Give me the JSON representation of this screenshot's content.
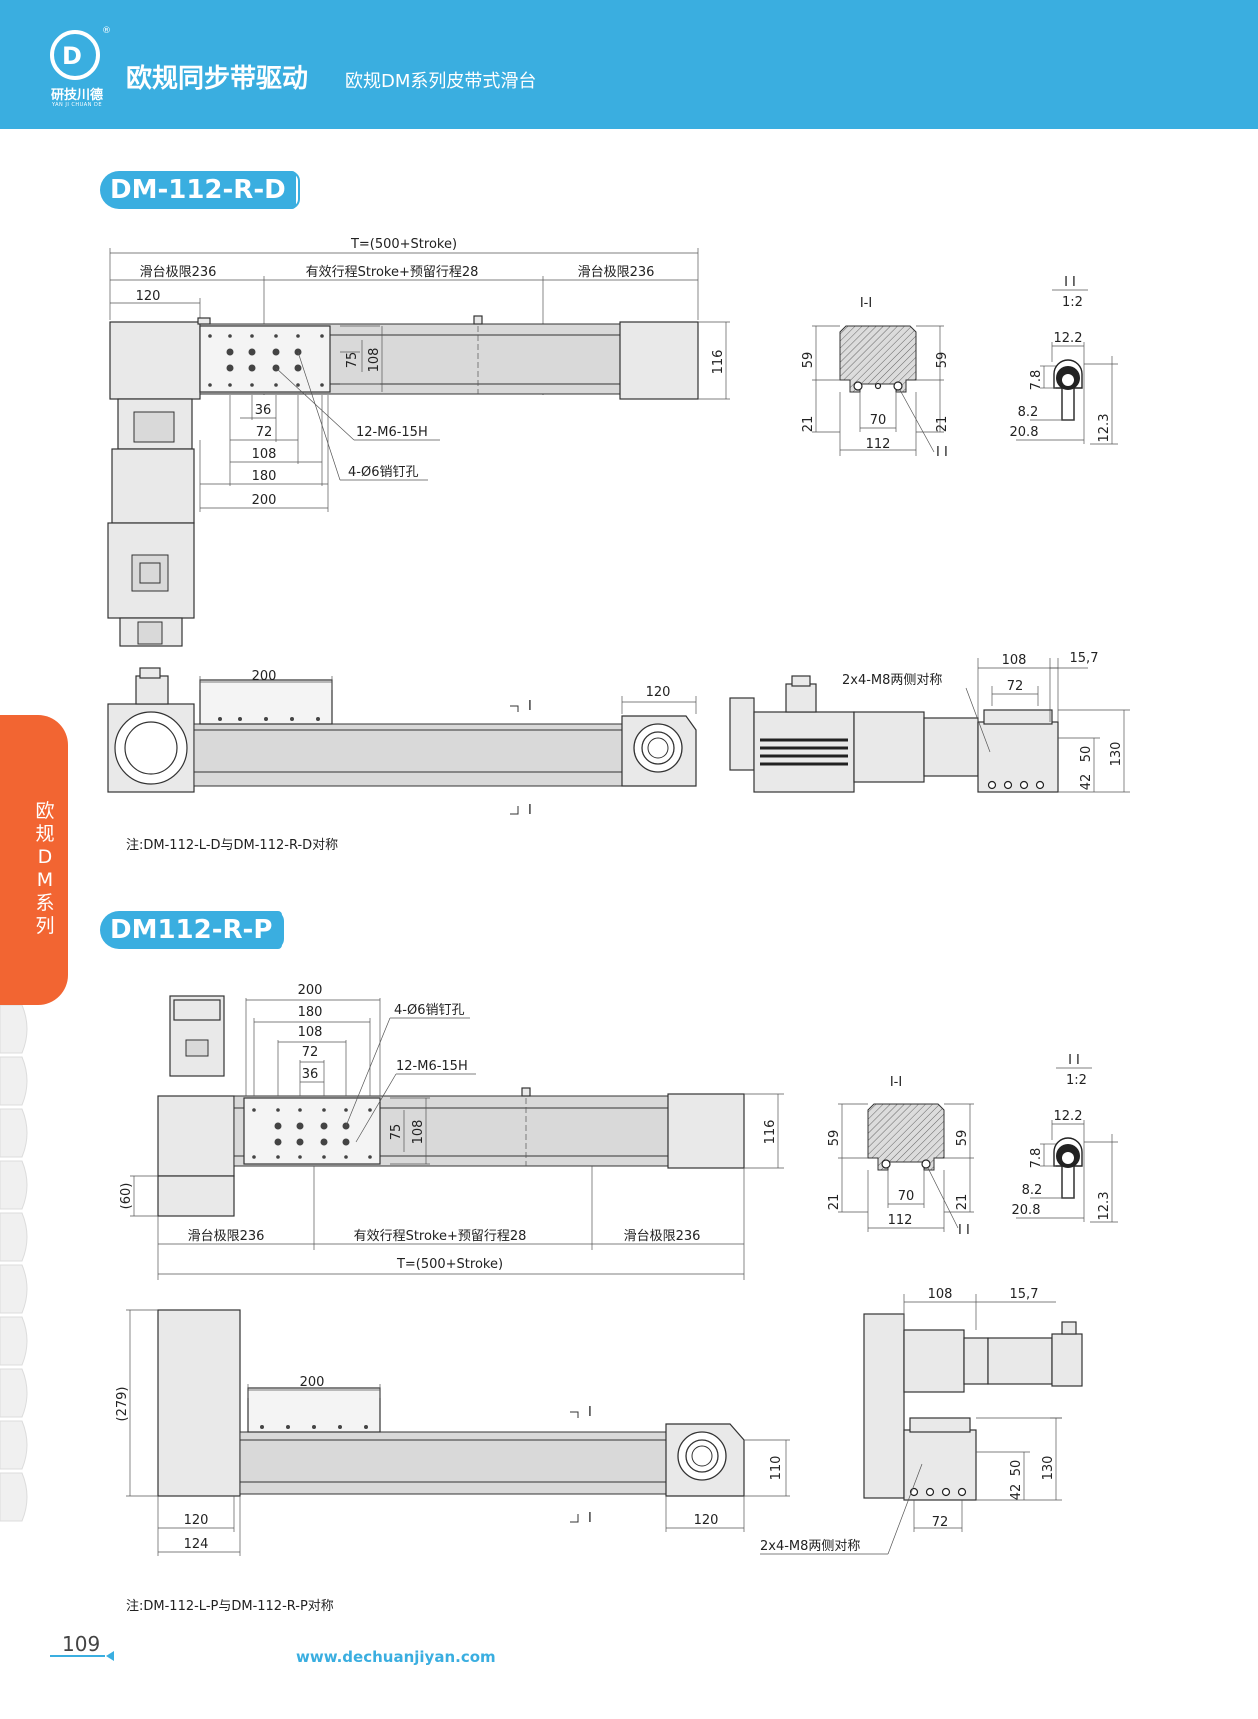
{
  "header": {
    "logo_mark": "D",
    "logo_reg": "®",
    "logo_cn": "研技川德",
    "logo_en": "YAN JI CHUAN DE",
    "title": "欧规同步带驱动",
    "subtitle": "欧规DM系列皮带式滑台"
  },
  "side_tab": [
    "欧",
    "规",
    "D",
    "M",
    "系",
    "列"
  ],
  "section1": {
    "title": "DM-112-R-D",
    "dims": {
      "total": "T=(500+Stroke)",
      "limit_left": "滑台极限236",
      "stroke": "有效行程Stroke+预留行程28",
      "limit_right": "滑台极限236",
      "d120": "120",
      "d75": "75",
      "d108": "108",
      "d116": "116",
      "d36": "36",
      "d72": "72",
      "d108b": "108",
      "d180": "180",
      "d200": "200",
      "thread": "12-M6-15H",
      "pin": "4-Ø6销钉孔",
      "side_200": "200",
      "side_120": "120",
      "cut_mark": "I",
      "end_108": "108",
      "end_157": "15,7",
      "end_72": "72",
      "end_m8": "2x4-M8两侧对称",
      "end_50": "50",
      "end_42": "42",
      "end_130": "130"
    },
    "section_view": {
      "label": "I-I",
      "d59l": "59",
      "d59r": "59",
      "d21l": "21",
      "d21r": "21",
      "d70": "70",
      "d112": "112",
      "detail_ref": "I I"
    },
    "detail_view": {
      "label": "I I",
      "scale": "1:2",
      "d122": "12.2",
      "d78": "7.8",
      "d82": "8.2",
      "d208": "20.8",
      "d123": "12.3"
    },
    "note": "注:DM-112-L-D与DM-112-R-D对称"
  },
  "section2": {
    "title": "DM112-R-P",
    "dims": {
      "d200": "200",
      "d180": "180",
      "d108": "108",
      "d72": "72",
      "d36": "36",
      "pin": "4-Ø6销钉孔",
      "thread": "12-M6-15H",
      "d75": "75",
      "d108v": "108",
      "d116": "116",
      "d60": "(60)",
      "limit_left": "滑台极限236",
      "stroke": "有效行程Stroke+预留行程28",
      "limit_right": "滑台极限236",
      "total": "T=(500+Stroke)",
      "d279": "(279)",
      "side_200": "200",
      "cut_mark": "I",
      "d110": "110",
      "d120a": "120",
      "d124": "124",
      "d120b": "120",
      "end_108": "108",
      "end_157": "15,7",
      "end_50": "50",
      "end_42": "42",
      "end_130": "130",
      "end_72": "72",
      "end_m8": "2x4-M8两侧对称"
    },
    "section_view": {
      "label": "I-I",
      "d59l": "59",
      "d59r": "59",
      "d21l": "21",
      "d21r": "21",
      "d70": "70",
      "d112": "112",
      "detail_ref": "I I"
    },
    "detail_view": {
      "label": "I I",
      "scale": "1:2",
      "d122": "12.2",
      "d78": "7.8",
      "d82": "8.2",
      "d208": "20.8",
      "d123": "12.3"
    },
    "note": "注:DM-112-L-P与DM-112-R-P对称"
  },
  "footer": {
    "page": "109",
    "url": "www.dechuanjiyan.com"
  },
  "colors": {
    "brand_blue": "#3aaee0",
    "accent_orange": "#f26532"
  }
}
